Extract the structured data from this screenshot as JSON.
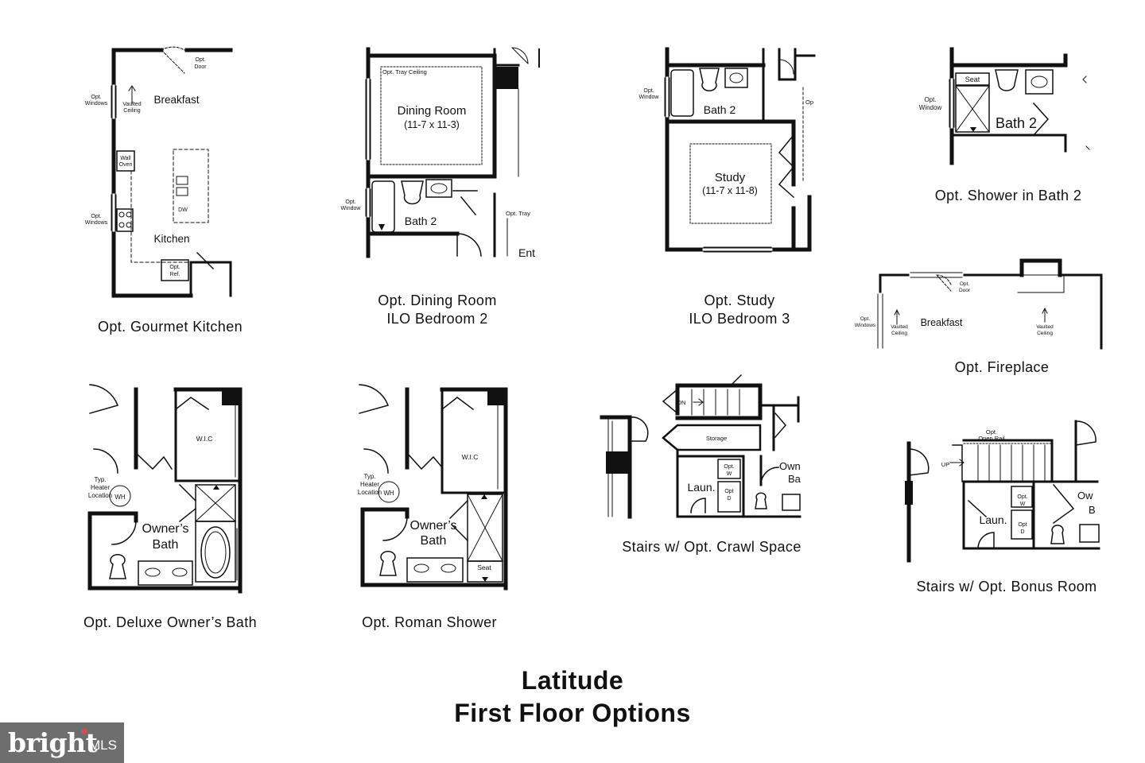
{
  "title": {
    "line1": "Latitude",
    "line2": "First Floor Options"
  },
  "captions": {
    "gourmet_kitchen": "Opt. Gourmet Kitchen",
    "dining_room_line1": "Opt. Dining Room",
    "dining_room_line2": "ILO Bedroom 2",
    "study_line1": "Opt. Study",
    "study_line2": "ILO Bedroom 3",
    "shower_bath2": "Opt. Shower in Bath 2",
    "fireplace": "Opt. Fireplace",
    "deluxe_bath": "Opt. Deluxe Owner’s Bath",
    "roman_shower": "Opt. Roman Shower",
    "crawl_space": "Stairs w/ Opt. Crawl Space",
    "bonus_room": "Stairs w/ Opt. Bonus Room"
  },
  "plans": {
    "kitchen": {
      "opt_door": [
        "Opt.",
        "Door"
      ],
      "opt_windows_top": [
        "Opt.",
        "Windows"
      ],
      "vaulted": [
        "Vaulted",
        "Ceiling"
      ],
      "room1": "Breakfast",
      "wall_oven": [
        "Wall",
        "Oven"
      ],
      "dw": "DW",
      "opt_windows_bottom": [
        "Opt.",
        "Windows"
      ],
      "room2": "Kitchen",
      "opt_ref": [
        "Opt.",
        "Ref."
      ]
    },
    "dining": {
      "tray": "Opt. Tray Ceiling",
      "room": "Dining Room",
      "dims": "(11-7 x 11-3)",
      "opt_window": [
        "Opt.",
        "Window"
      ],
      "bath": "Bath 2",
      "opt_tray2": "Opt. Tray",
      "entry": "Ent"
    },
    "study": {
      "opt_window": [
        "Opt.",
        "Window"
      ],
      "bath": "Bath 2",
      "room": "Study",
      "dims": "(11-7 x 11-8)",
      "edge": "Op"
    },
    "shower": {
      "seat": "Seat",
      "opt_window": [
        "Opt.",
        "Window"
      ],
      "bath": "Bath 2"
    },
    "fireplace": {
      "opt_door": [
        "Opt.",
        "Door"
      ],
      "opt_windows": [
        "Opt.",
        "Windows"
      ],
      "vaulted1": [
        "Vaulted",
        "Ceiling"
      ],
      "room": "Breakfast",
      "vaulted2": [
        "Vaulted",
        "Ceiling"
      ]
    },
    "deluxe": {
      "wic": "W.I.C",
      "heater": [
        "Typ.",
        "Heater",
        "Location"
      ],
      "wh": "WH",
      "room": [
        "Owner’s",
        "Bath"
      ]
    },
    "roman": {
      "wic": "W.I.C",
      "heater": [
        "Typ.",
        "Heater",
        "Location"
      ],
      "wh": "WH",
      "room": [
        "Owner’s",
        "Bath"
      ],
      "seat": "Seat"
    },
    "crawl": {
      "dn": "DN",
      "storage": "Storage",
      "opt_w": [
        "Opt.",
        "W"
      ],
      "opt_d": [
        "Opt",
        "D"
      ],
      "laun": "Laun.",
      "owner": [
        "Own",
        "Ba"
      ]
    },
    "bonus": {
      "rail": [
        "Opt.",
        "Open Rail"
      ],
      "up": "UP",
      "opt_w": [
        "Opt.",
        "W"
      ],
      "opt_d": [
        "Opt",
        "D"
      ],
      "laun": "Laun.",
      "owner": [
        "Ow",
        "B"
      ]
    }
  },
  "watermark": {
    "brand": "bright",
    "suffix": "MLS"
  }
}
